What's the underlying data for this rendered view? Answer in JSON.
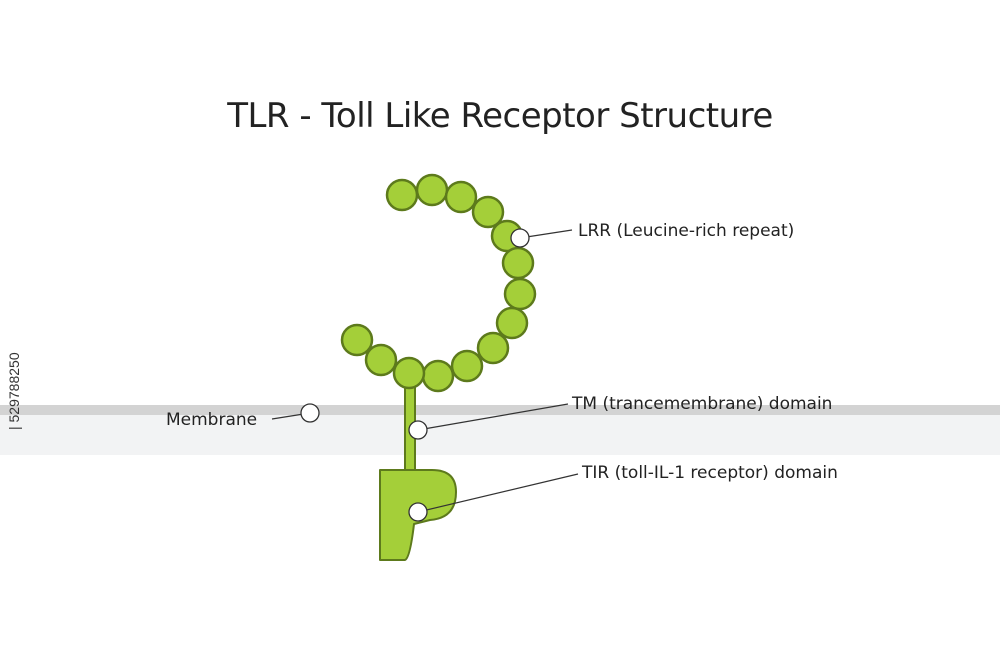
{
  "title": "TLR - Toll Like Receptor Structure",
  "labels": {
    "lrr": "LRR (Leucine-rich repeat)",
    "tm": "TM (trancemembrane) domain",
    "tir": "TIR (toll-IL-1 receptor) domain",
    "membrane": "Membrane"
  },
  "side_id": "| 529788250",
  "colors": {
    "bead_fill": "#a4cf39",
    "bead_stroke": "#5d7a1c",
    "membrane_band": "#d3d3d3",
    "membrane_body": "#f2f3f4",
    "leader_line": "#333333"
  }
}
